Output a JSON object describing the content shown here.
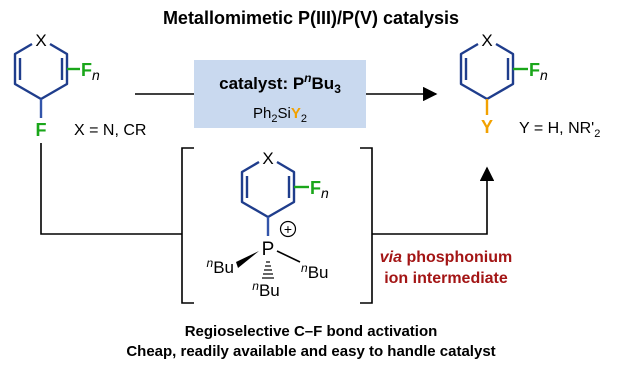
{
  "title": "Metallomimetic P(III)/P(V) catalysis",
  "colors": {
    "ring": "#1f3d8c",
    "fluorine": "#1aa61a",
    "fluorine_bond": "#3355aa",
    "substituent_y": "#f2a100",
    "via_text": "#a31515",
    "catalyst_box": "#c9d9ef",
    "black": "#000000"
  },
  "reactant": {
    "ring_atom": "X",
    "ring_substituent": "F",
    "ring_substituent_sub": "n",
    "leaving_group": "F",
    "x_definition": "X = N, CR"
  },
  "catalyst_box": {
    "label_prefix": "catalyst: P",
    "label_sup": "n",
    "label_mid": "Bu",
    "label_sub": "3",
    "reagent_prefix": "Ph",
    "reagent_sub": "2",
    "reagent_si": "Si",
    "reagent_y": "Y",
    "reagent_y_sub": "2"
  },
  "product": {
    "ring_atom": "X",
    "ring_substituent": "F",
    "ring_substituent_sub": "n",
    "group": "Y",
    "y_definition_prefix": "Y = H, NR'",
    "y_definition_sub": "2"
  },
  "intermediate": {
    "ring_atom": "X",
    "ring_substituent": "F",
    "ring_substituent_sub": "n",
    "phosphorus": "P",
    "charge": "+",
    "butyl_sup": "n",
    "butyl": "Bu",
    "via_italic": "via",
    "via_rest": " phosphonium",
    "via_line2": "ion intermediate"
  },
  "footer": {
    "line1": "Regioselective C–F bond activation",
    "line2": "Cheap, readily available and easy to handle catalyst"
  }
}
